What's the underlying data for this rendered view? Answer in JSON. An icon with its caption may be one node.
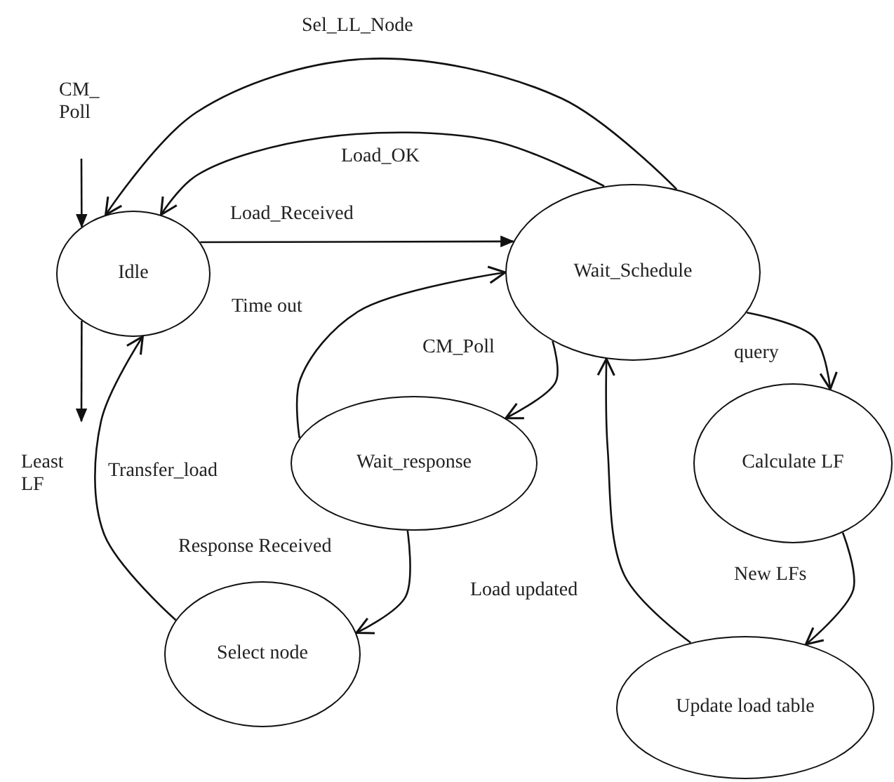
{
  "diagram": {
    "nodes": [
      {
        "text": [
          "Idle"
        ]
      },
      {
        "text": [
          "Wait_Schedule"
        ]
      },
      {
        "text": [
          "Wait_response"
        ]
      },
      {
        "text": [
          "Calculate LF"
        ]
      },
      {
        "text": [
          "Select node"
        ]
      },
      {
        "text": [
          "Update load table"
        ]
      }
    ],
    "edges": [
      {
        "from": null,
        "to": 0,
        "arrow": "to",
        "label": "CM_ Poll"
      },
      {
        "from": 0,
        "to": null,
        "arrow": "to",
        "label": "Least LF"
      },
      {
        "from": 1,
        "to": 0,
        "arrow": "to",
        "label": "Sel_LL_Node"
      },
      {
        "from": 1,
        "to": 0,
        "arrow": "to",
        "label": "Load_OK"
      },
      {
        "from": 0,
        "to": 1,
        "arrow": "to",
        "label": "Load_Received"
      },
      {
        "from": 2,
        "to": 1,
        "arrow": "to",
        "label": "Time out"
      },
      {
        "from": 1,
        "to": 2,
        "arrow": "to",
        "label": "CM_Poll"
      },
      {
        "from": 2,
        "to": 4,
        "arrow": "to",
        "label": "Response Received"
      },
      {
        "from": 4,
        "to": 0,
        "arrow": "to",
        "label": "Transfer_load"
      },
      {
        "from": 1,
        "to": 3,
        "arrow": "to",
        "label": "query"
      },
      {
        "from": 3,
        "to": 5,
        "arrow": "to",
        "label": "New LFs"
      },
      {
        "from": 5,
        "to": 1,
        "arrow": "to",
        "label": "Load updated"
      }
    ]
  }
}
